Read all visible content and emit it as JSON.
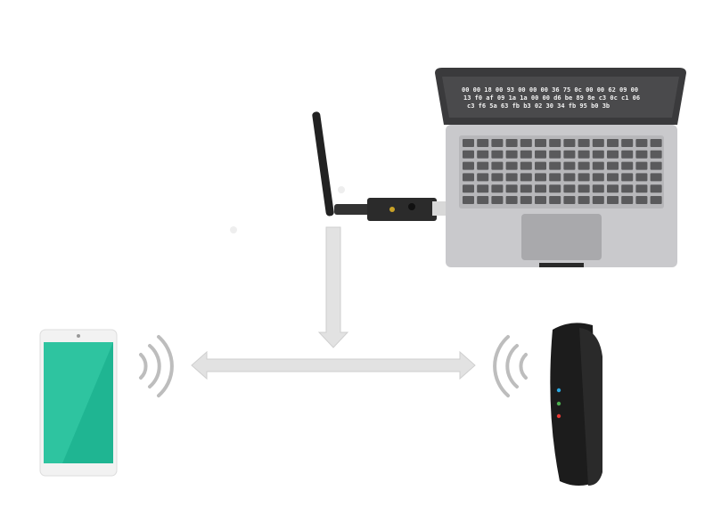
{
  "laptop": {
    "screen_lines": [
      "00 00 18 00 93 00 00 00  36 75 0c 00 00 62 09 00",
      "13 f0 af 09 1a 1a 00 00  d6 be 89 8e c3 0c c1 06",
      "c3 f6 5a 63 fb b3 02 30  34 fb 95 b0 3b"
    ]
  },
  "colors": {
    "phone_screen": "#2ec4a0",
    "laptop_body": "#c9c9cc",
    "laptop_screen": "#4a4a4c",
    "arrow": "#e2e2e2",
    "band": "#1c1c1c"
  }
}
